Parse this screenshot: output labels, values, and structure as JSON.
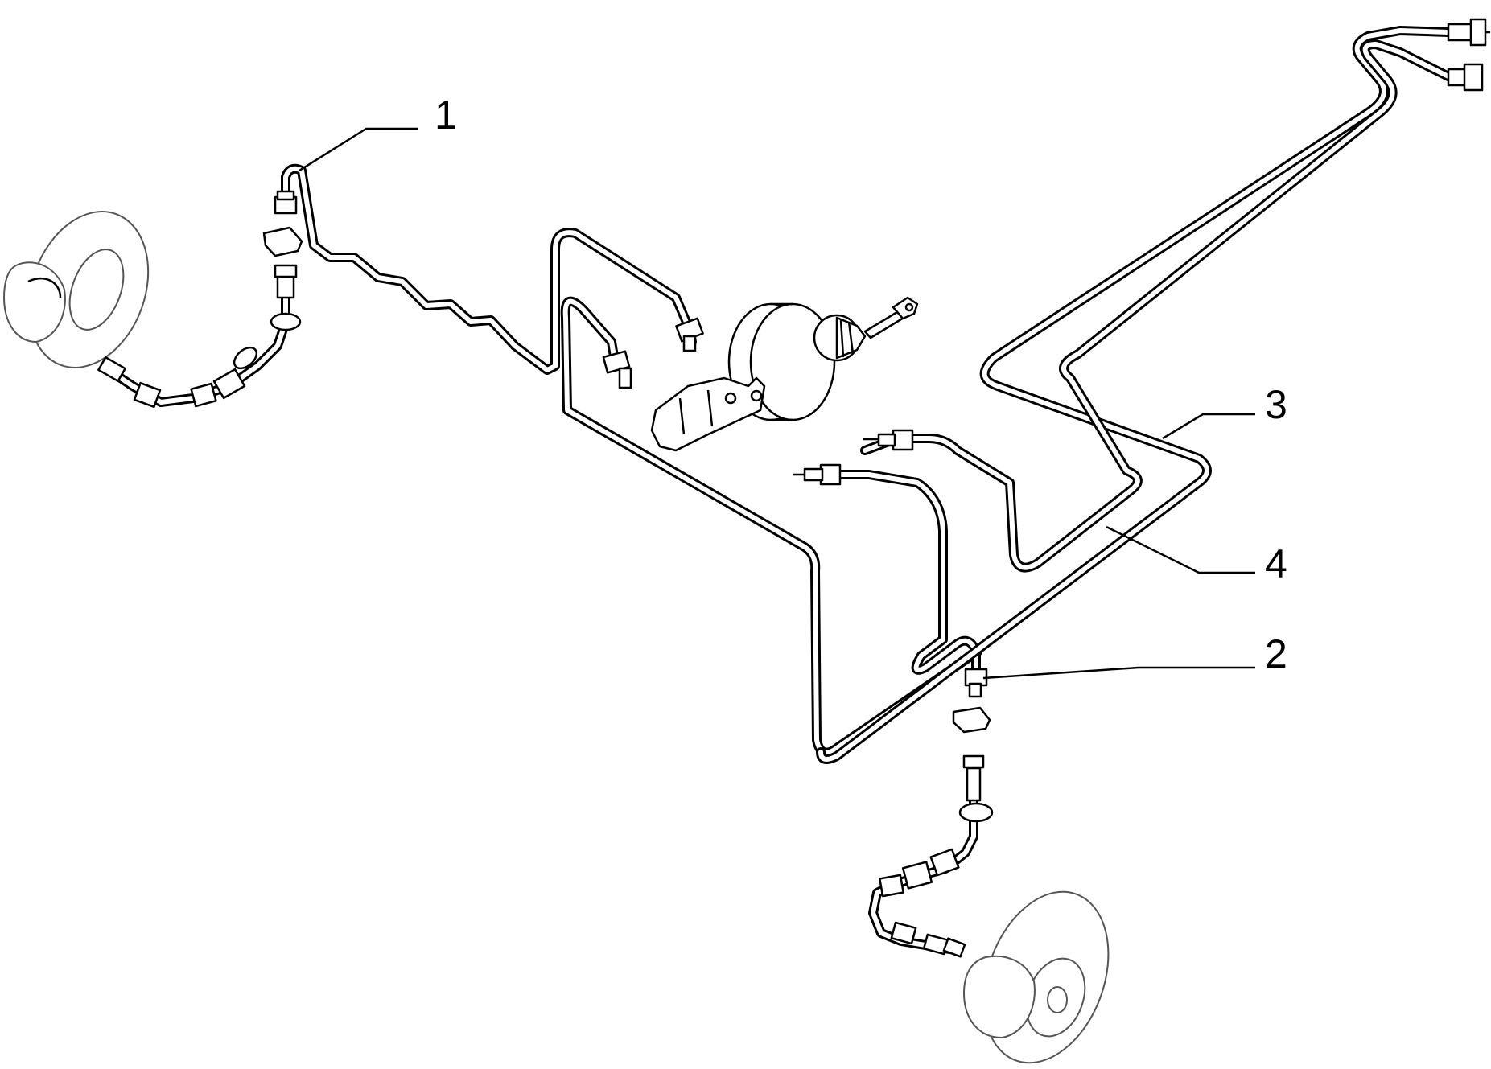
{
  "colors": {
    "line": "#000000",
    "background": "#ffffff",
    "disc_outline": "#555555"
  },
  "callouts": [
    {
      "id": "1",
      "label": "1"
    },
    {
      "id": "2",
      "label": "2"
    },
    {
      "id": "3",
      "label": "3"
    },
    {
      "id": "4",
      "label": "4"
    }
  ]
}
